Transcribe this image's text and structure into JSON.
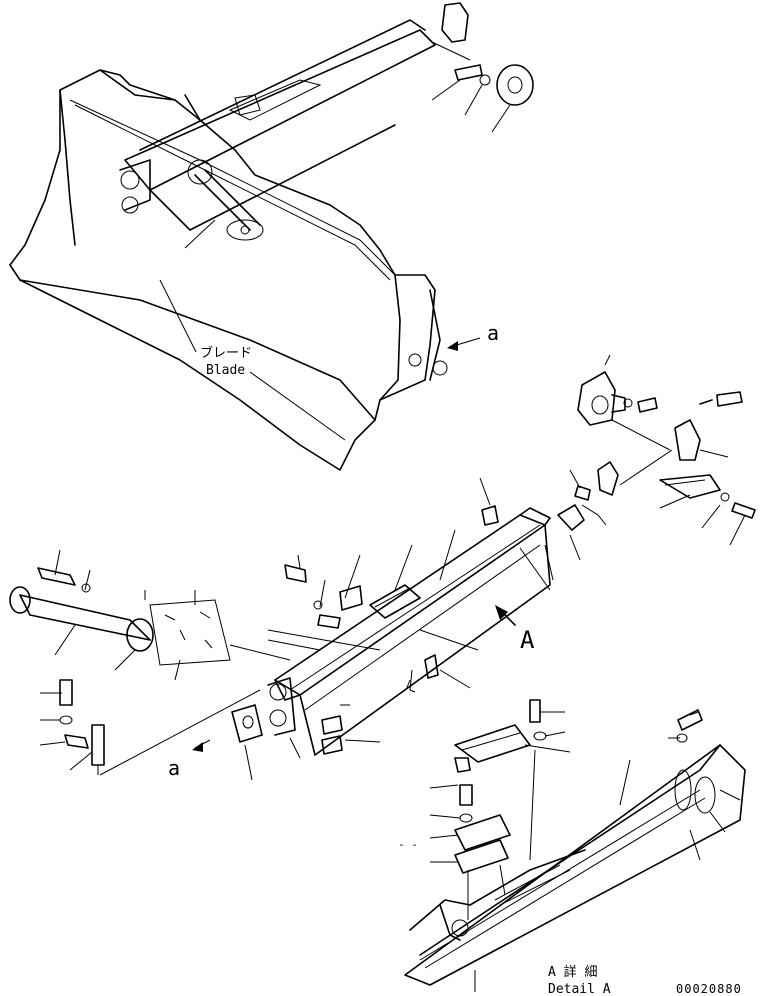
{
  "labels": {
    "blade_jp": "ブレード",
    "blade_en": "Blade",
    "view_a_upper": "a",
    "view_a_lower": "a",
    "arrow_A": "A",
    "detail_jp": "A 詳 細",
    "detail_en": "Detail A",
    "figure_number": "00020880",
    "dashes": "- -"
  }
}
